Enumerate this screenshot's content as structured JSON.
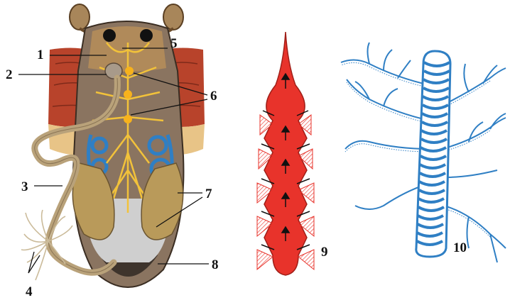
{
  "figure": {
    "callouts": {
      "c1": "1",
      "c2": "2",
      "c3": "3",
      "c4": "4",
      "c5": "5",
      "c6": "6",
      "c7": "7",
      "c8": "8",
      "c9": "9",
      "c10": "10"
    },
    "colors": {
      "nerve": "#f2c23a",
      "tracheae": "#2f7fc4",
      "heart": "#e8332b",
      "muscle": "#b8432b",
      "gut": "#b9a27a",
      "body": "#5a4a3c"
    },
    "parts": {
      "insect_anatomy": "insect-anatomy-illustration",
      "dorsal_vessel": "dorsal-vessel-illustration",
      "trachea": "trachea-illustration"
    }
  }
}
